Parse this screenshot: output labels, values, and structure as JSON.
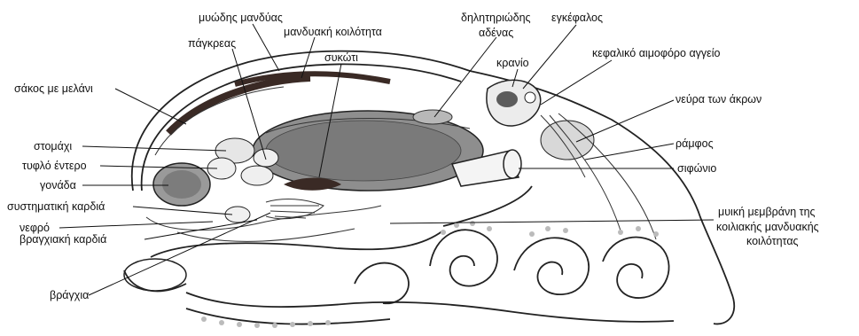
{
  "labels": {
    "myodis_mandyas": "μυώδης μανδύας",
    "mandyaki_koilotita": "μανδυακή κοιλότητα",
    "pagkreas": "πάγκρεας",
    "sykoti": "συκώτι",
    "dilitiriodis_adenas_1": "δηλητηριώδης",
    "dilitiriodis_adenas_2": "αδένας",
    "egkefalos": "εγκέφαλος",
    "kranio": "κρανίο",
    "kefaliko_aggeio": "κεφαλικό αιμοφόρο αγγείο",
    "sakos_melani": "σάκος με μελάνι",
    "neura_akron": "νεύρα των άκρων",
    "stomaxi": "στομάχι",
    "ramfos": "ράμφος",
    "tyflo_entero": "τυφλό έντερο",
    "sifonio": "σιφώνιο",
    "gonada": "γονάδα",
    "systimatiki_kardia": "συστηματική καρδιά",
    "membrane_1": "μυική μεμβράνη της",
    "membrane_2": "κοιλιακής μανδυακής",
    "membrane_3": "κοιλότητας",
    "nefro": "νεφρό",
    "vragxiaki_kardia": "βραγχιακή καρδιά",
    "vragxia": "βράγχια"
  }
}
